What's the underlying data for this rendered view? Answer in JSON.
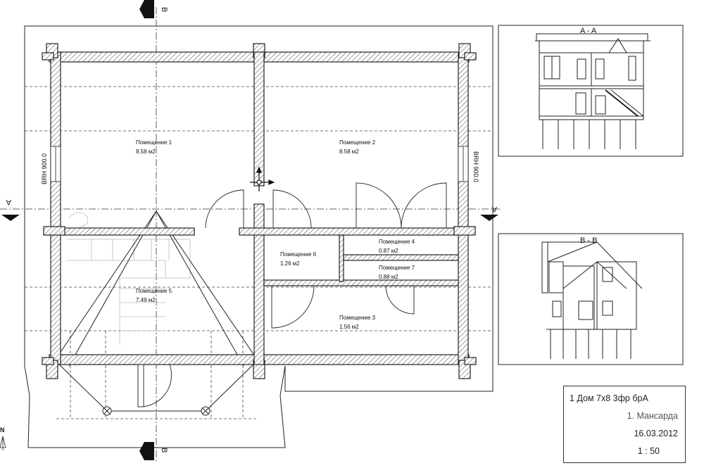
{
  "rooms": [
    {
      "name": "Помещение 1",
      "area": "8.58 м2"
    },
    {
      "name": "Помещение 2",
      "area": "8.58 м2"
    },
    {
      "name": "Помещение 3",
      "area": "1.56 м2"
    },
    {
      "name": "Помещение 4",
      "area": "0.87 м2"
    },
    {
      "name": "Помещение 5",
      "area": "7.49 м2"
    },
    {
      "name": "Помещение 6",
      "area": "1.26 м2"
    },
    {
      "name": "Помещение 7",
      "area": "0.88 м2"
    }
  ],
  "section_marks": {
    "a": "A",
    "b": "B"
  },
  "window_tags": {
    "left": "BRH 900.0",
    "right": "BRH 900.0"
  },
  "views": {
    "section_a": "A - A",
    "section_b": "B - B"
  },
  "north_label": "N",
  "title_block": {
    "project": "1 Дом 7х8 3фр брА",
    "level": "1. Мансарда",
    "date": "16.03.2012",
    "scale": "1 : 50"
  }
}
